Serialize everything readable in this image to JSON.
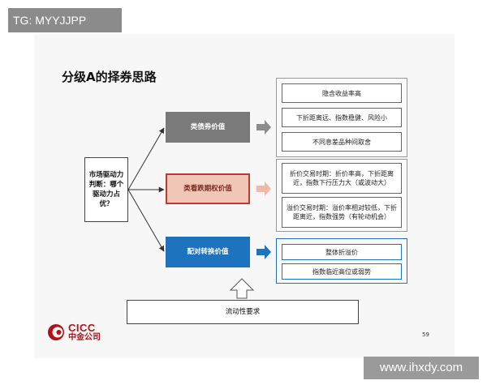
{
  "watermark_top": "TG: MYYJJPP",
  "watermark_bottom": "www.ihxdy.com",
  "title": "分级A的择券思路",
  "market_box": "市场驱动力判断：哪个驱动力占优？",
  "categories": [
    {
      "label": "类债券价值",
      "color": "#7a7a7a"
    },
    {
      "label": "类看跌期权价值",
      "color": "#f2c6b6"
    },
    {
      "label": "配对转换价值",
      "color": "#1e73be"
    }
  ],
  "groups": [
    {
      "items": [
        "隐含收益率高",
        "下折距离远、指数稳健、风险小",
        "不同息差品种间取舍"
      ]
    },
    {
      "items": [
        "折价交易时期：折价率高，下折距离近，指数下行压力大（或波动大）",
        "溢价交易时期：溢价率相对较低，下折距离近，指数强势（有轮动机会）"
      ]
    },
    {
      "items": [
        "整体折溢价",
        "指数临近高位或弱势"
      ]
    }
  ],
  "supply_box": "流动性要求",
  "logo": {
    "en": "CICC",
    "cn": "中金公司"
  },
  "page_number": "59",
  "colors": {
    "accent_red": "#b1121a",
    "blue": "#1e73be",
    "gray": "#7a7a7a",
    "salmon": "#f2c6b6"
  }
}
